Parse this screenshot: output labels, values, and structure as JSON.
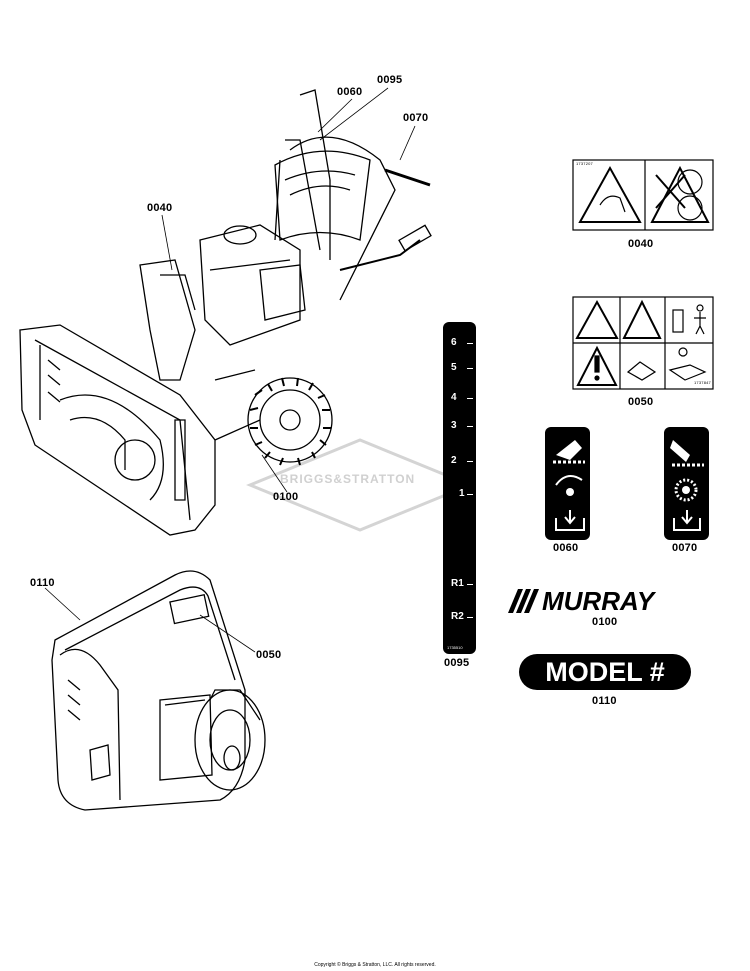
{
  "callouts": {
    "c0095_top": "0095",
    "c0060_top": "0060",
    "c0070_top": "0070",
    "c0040_left": "0040",
    "c0100_left": "0100",
    "c0110_left": "0110",
    "c0050_left": "0050",
    "c0040_right": "0040",
    "c0050_right": "0050",
    "c0060_right": "0060",
    "c0070_right": "0070",
    "c0100_right": "0100",
    "c0110_right": "0110",
    "c0095_strip": "0095"
  },
  "shift_strip": {
    "gears": [
      "6",
      "5",
      "4",
      "3",
      "2",
      "1",
      "R1",
      "R2"
    ],
    "code": "1735510"
  },
  "decals": {
    "d0040_code": "1737207",
    "d0050_code": "1737847"
  },
  "brand": {
    "murray_text": "MURRAY",
    "model_text": "MODEL #"
  },
  "watermark": "BRIGGS&STRATTON",
  "copyright": "Copyright © Briggs & Stratton, LLC. All rights reserved."
}
